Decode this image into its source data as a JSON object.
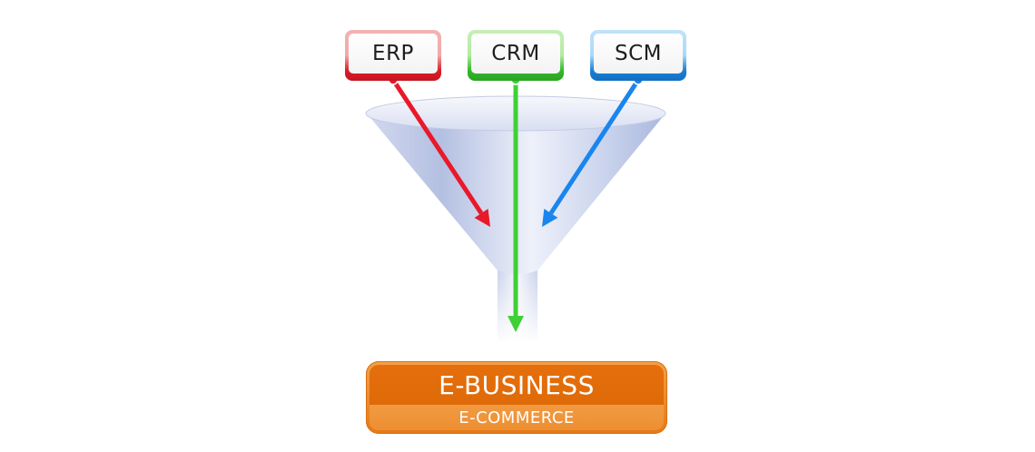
{
  "sources": [
    {
      "id": "erp",
      "label": "ERP",
      "color": "#e8192a"
    },
    {
      "id": "crm",
      "label": "CRM",
      "color": "#3fd034"
    },
    {
      "id": "scm",
      "label": "SCM",
      "color": "#1a85ee"
    }
  ],
  "result": {
    "title": "E-BUSINESS",
    "subtitle": "E-COMMERCE",
    "color": "#e2700c"
  },
  "funnel": {
    "color": "#c9d3ec"
  }
}
